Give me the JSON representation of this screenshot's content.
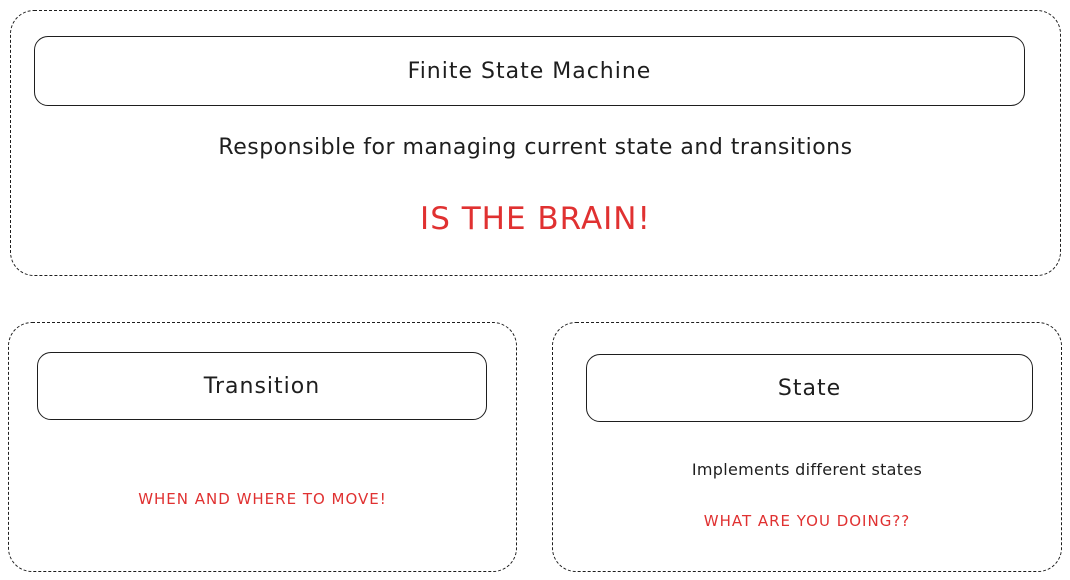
{
  "fsm": {
    "title": "Finite State Machine",
    "description": "Responsible for managing current state and transitions",
    "emphasis": "IS THE BRAIN!"
  },
  "transition": {
    "title": "Transition",
    "emphasis": "WHEN AND WHERE TO MOVE!"
  },
  "state": {
    "title": "State",
    "description": "Implements different states",
    "emphasis": "WHAT ARE YOU DOING??"
  },
  "colors": {
    "stroke": "#1e1e1e",
    "emphasis": "#e03131",
    "background": "#ffffff"
  }
}
